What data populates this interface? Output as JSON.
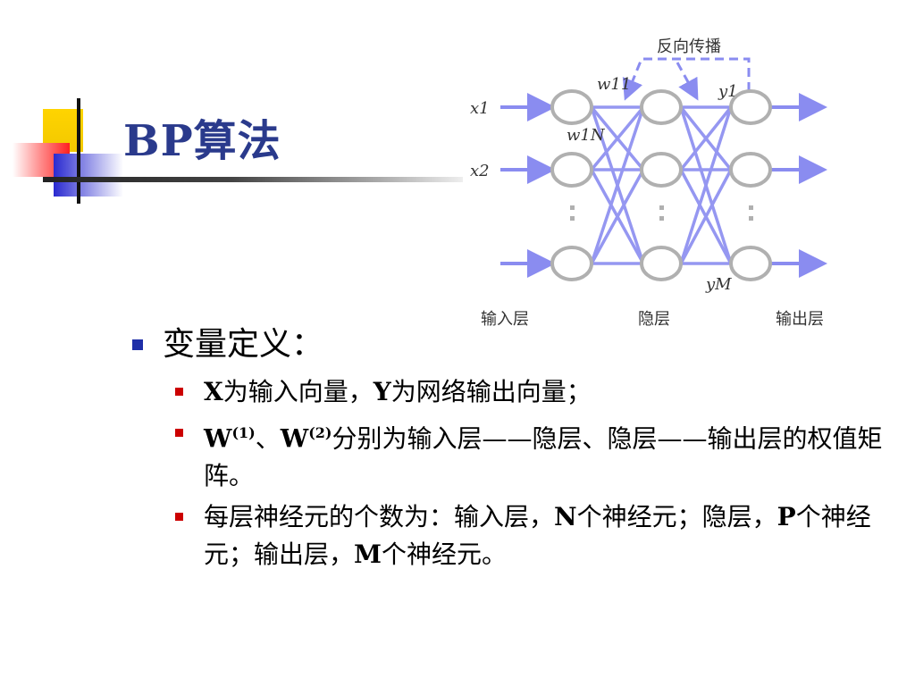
{
  "title": "BP算法",
  "diagram": {
    "top_label": "反向传播",
    "inputs": [
      "x1",
      "x2"
    ],
    "weights": [
      "w11",
      "w1N"
    ],
    "outputs": [
      "y1",
      "yM"
    ],
    "layer_labels": [
      "输入层",
      "隐层",
      "输出层"
    ]
  },
  "bullets": {
    "heading": "变量定义：",
    "items": [
      {
        "parts": [
          "X",
          "为输入向量，",
          "Y",
          "为网络输出向量；"
        ]
      },
      {
        "parts": [
          "W",
          "(1)",
          "、",
          "W",
          "(2)",
          "分别为输入层——隐层、隐层——输出层的权值矩阵。"
        ]
      },
      {
        "parts": [
          "每层神经元的个数为：输入层，",
          "N",
          "个神经元；隐层，",
          "P",
          "个神经元；输出层，",
          "M",
          "个神经元。"
        ]
      }
    ]
  },
  "colors": {
    "title": "#2a3a8c",
    "arrow": "#8a8cf0",
    "node": "#b0b0b0",
    "bullet1": "#1f2fa8",
    "bullet2": "#cc0000"
  }
}
